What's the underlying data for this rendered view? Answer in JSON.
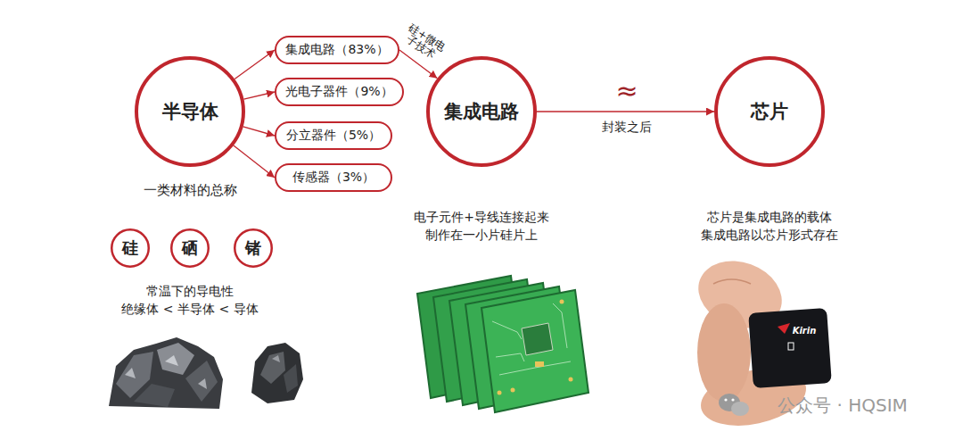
{
  "diagram": {
    "nodes": [
      {
        "text": [
          "半导体"
        ]
      },
      {
        "text": [
          "集成电路（83%）"
        ]
      },
      {
        "text": [
          "光电子器件（9%）"
        ]
      },
      {
        "text": [
          "分立器件（5%）"
        ]
      },
      {
        "text": [
          "传感器（3%）"
        ]
      },
      {
        "text": [
          "集成电路"
        ]
      },
      {
        "text": [
          "芯片"
        ]
      },
      {
        "text": [
          "硅"
        ]
      },
      {
        "text": [
          "硒"
        ]
      },
      {
        "text": [
          "锗"
        ]
      }
    ],
    "edges": [
      {
        "from": 0,
        "to": 1,
        "arrow": "to"
      },
      {
        "from": 0,
        "to": 2,
        "arrow": "to"
      },
      {
        "from": 0,
        "to": 3,
        "arrow": "to"
      },
      {
        "from": 0,
        "to": 4,
        "arrow": "to"
      },
      {
        "from": 1,
        "to": 5,
        "arrow": "to",
        "label": "硅+微电子技术"
      },
      {
        "from": 5,
        "to": 6,
        "arrow": "to",
        "label": "封装之后"
      }
    ],
    "labels": [
      "一类材料的总称",
      "常温下的导电性",
      "绝缘体 < 半导体 < 导体",
      "≈",
      "电子元件+导线连接起来",
      "制作在一小片硅片上",
      "芯片是集成电路的载体",
      "集成电路以芯片形式存在",
      "Kirin",
      "公众号 · HQSIM"
    ]
  }
}
